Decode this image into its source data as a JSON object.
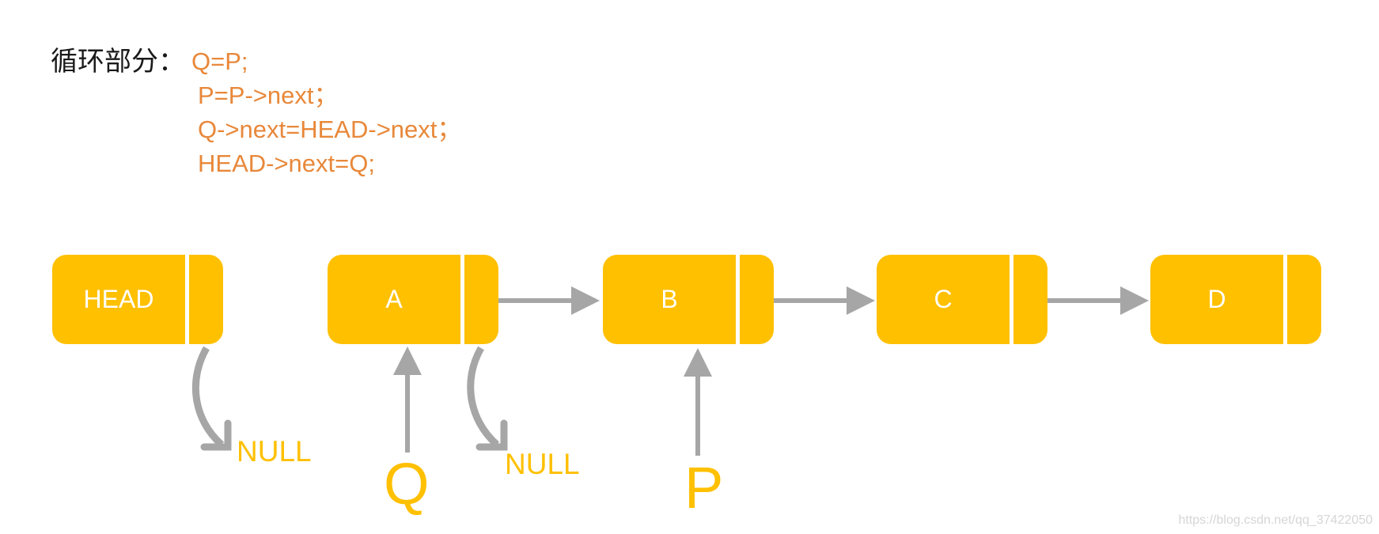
{
  "code": {
    "label": "循环部分：",
    "lines": [
      "Q=P;",
      "P=P->next；",
      "Q->next=HEAD->next；",
      "HEAD->next=Q;"
    ]
  },
  "nodes": [
    {
      "id": "head",
      "label": "HEAD"
    },
    {
      "id": "a",
      "label": "A"
    },
    {
      "id": "b",
      "label": "B"
    },
    {
      "id": "c",
      "label": "C"
    },
    {
      "id": "d",
      "label": "D"
    }
  ],
  "links": [
    {
      "from": "A",
      "to": "B"
    },
    {
      "from": "B",
      "to": "C"
    },
    {
      "from": "C",
      "to": "D"
    }
  ],
  "null_labels": {
    "head": "NULL",
    "a": "NULL"
  },
  "pointers": {
    "q": "Q",
    "p": "P"
  },
  "watermark": "https://blog.csdn.net/qq_37422050",
  "colors": {
    "node": "#FFC000",
    "code": "#E8883A",
    "arrow": "#A6A6A6"
  }
}
